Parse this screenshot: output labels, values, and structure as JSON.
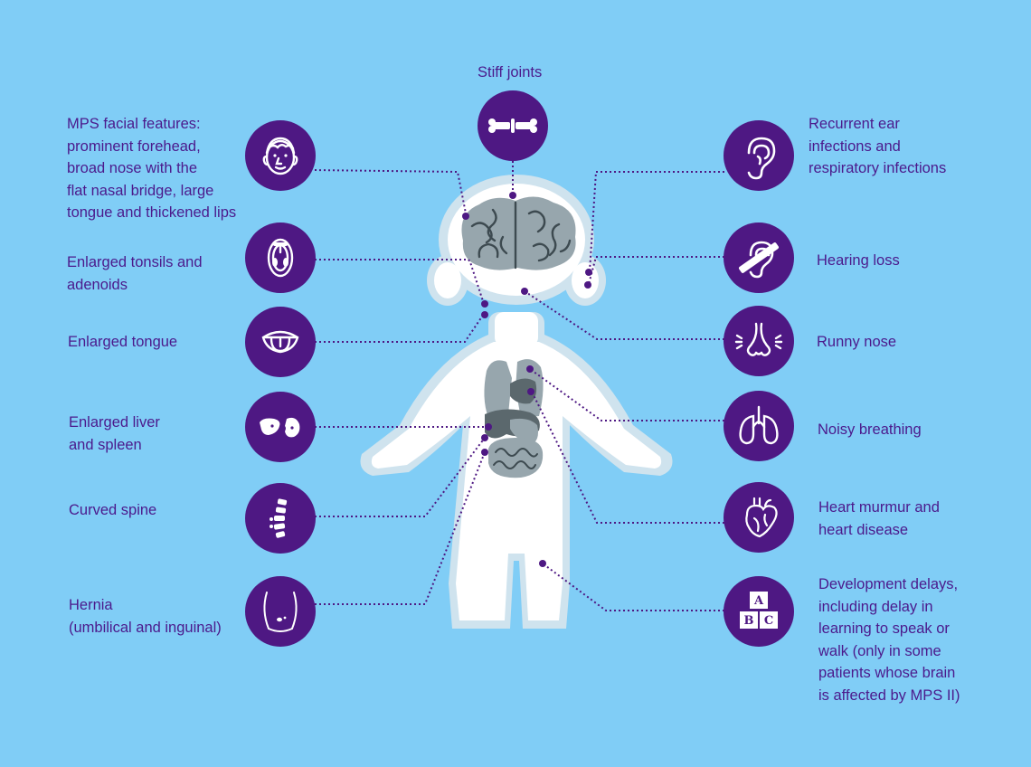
{
  "colors": {
    "background": "#80cdf6",
    "icon_circle": "#4e1883",
    "label_text": "#4b1a8c",
    "connector": "#4e1883",
    "body_fill": "#ffffff",
    "body_outline": "#cfe3ee",
    "organ_gray": "#97a6ad",
    "organ_dark": "#5b686d"
  },
  "labels": {
    "stiff_joints": "Stiff joints",
    "facial": "MPS facial features:\nprominent forehead,\nbroad nose with the\nflat nasal bridge, large\ntongue and thickened lips",
    "tonsils": "Enlarged tonsils and\nadenoids",
    "tongue": "Enlarged tongue",
    "liver": "Enlarged liver\nand spleen",
    "spine": "Curved spine",
    "hernia": "Hernia\n(umbilical and inguinal)",
    "ear": "Recurrent ear\ninfections and\nrespiratory infections",
    "hearing": "Hearing loss",
    "nose": "Runny nose",
    "breathing": "Noisy breathing",
    "heart": "Heart murmur and\nheart disease",
    "development": "Development delays,\nincluding delay in\nlearning to speak or\nwalk (only in some\npatients whose brain\nis affected by MPS II)"
  },
  "icons": {
    "joints": "bone-joint-icon",
    "face": "face-icon",
    "mouth": "open-mouth-tonsils-icon",
    "tongue": "tongue-icon",
    "liver": "liver-spleen-icon",
    "spine": "spine-icon",
    "belly": "belly-hernia-icon",
    "ear": "ear-icon",
    "hearing": "hearing-loss-icon",
    "nose": "nose-icon",
    "lungs": "lungs-icon",
    "heart": "heart-icon",
    "blocks": "abc-blocks-icon"
  },
  "blocks_letters": [
    "A",
    "B",
    "C"
  ]
}
